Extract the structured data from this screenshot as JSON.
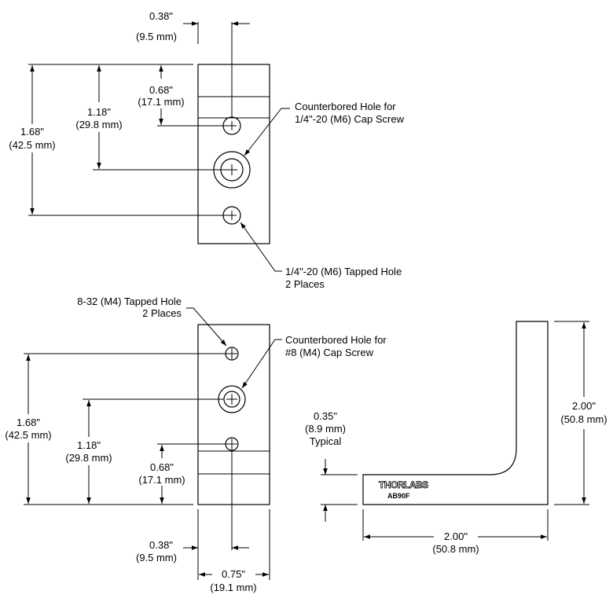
{
  "top_view": {
    "dim_038_in": "0.38\"",
    "dim_038_mm": "(9.5 mm)",
    "dim_068_in": "0.68\"",
    "dim_068_mm": "(17.1 mm)",
    "dim_118_in": "1.18\"",
    "dim_118_mm": "(29.8 mm)",
    "dim_168_in": "1.68\"",
    "dim_168_mm": "(42.5 mm)",
    "callout_cb_line1": "Counterbored Hole for",
    "callout_cb_line2": "1/4\"-20 (M6) Cap Screw",
    "callout_tap_line1": "1/4\"-20 (M6) Tapped Hole",
    "callout_tap_line2": "2 Places"
  },
  "bottom_view": {
    "callout_tap_line1": "8-32 (M4) Tapped Hole",
    "callout_tap_line2": "2 Places",
    "callout_cb_line1": "Counterbored Hole for",
    "callout_cb_line2": "#8 (M4) Cap Screw",
    "dim_168_in": "1.68\"",
    "dim_168_mm": "(42.5 mm)",
    "dim_118_in": "1.18\"",
    "dim_118_mm": "(29.8 mm)",
    "dim_068_in": "0.68\"",
    "dim_068_mm": "(17.1 mm)",
    "dim_038_in": "0.38\"",
    "dim_038_mm": "(9.5 mm)",
    "dim_075_in": "0.75\"",
    "dim_075_mm": "(19.1 mm)"
  },
  "side_view": {
    "dim_thick_in": "0.35\"",
    "dim_thick_mm": "(8.9 mm)",
    "dim_thick_note": "Typical",
    "dim_height_in": "2.00\"",
    "dim_height_mm": "(50.8 mm)",
    "dim_width_in": "2.00\"",
    "dim_width_mm": "(50.8 mm)",
    "logo": "THORLABS",
    "model": "AB90F"
  }
}
